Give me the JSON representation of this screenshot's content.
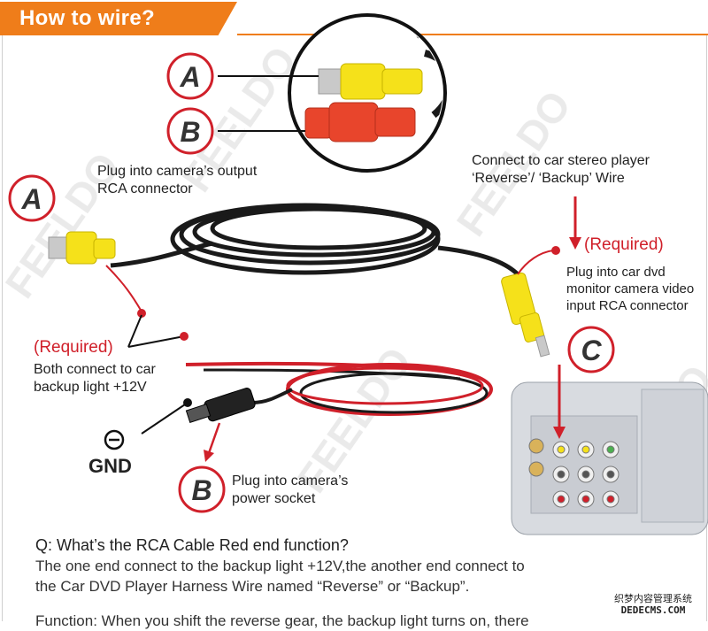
{
  "header": {
    "title": "How to wire?"
  },
  "badges": {
    "a": "A",
    "b": "B",
    "c": "C"
  },
  "labels": {
    "camera_output_line1": "Plug into camera’s output",
    "camera_output_line2": "RCA connector",
    "stereo_line1": "Connect to car stereo player",
    "stereo_line2": "‘Reverse’/ ‘Backup’ Wire",
    "required": "(Required)",
    "dvd_line1": "Plug into car dvd",
    "dvd_line2": "monitor camera video",
    "dvd_line3": "input RCA connector",
    "backup_line1": "Both connect to car",
    "backup_line2": "backup light +12V",
    "gnd": "GND",
    "power_line1": "Plug into camera’s",
    "power_line2": "power socket"
  },
  "qa": {
    "question": "Q: What’s the RCA Cable Red end function?",
    "answer_line1": "The one end connect to the backup light +12V,the another end connect to",
    "answer_line2": "the Car DVD Player Harness Wire named “Reverse” or “Backup”.",
    "answer_line3": "Function: When you shift the reverse gear, the backup light turns on, there"
  },
  "watermark": {
    "brand": "FEELDO",
    "site_line1": "织梦内容管理系统",
    "site_line2": "DEDECMS.COM"
  },
  "colors": {
    "header": "#ef7d1a",
    "required": "#d0202a",
    "rca_yellow": "#f5e11a",
    "rca_red": "#e8452c",
    "cable": "#1a1a1a",
    "badge_ring": "#d0202a"
  }
}
